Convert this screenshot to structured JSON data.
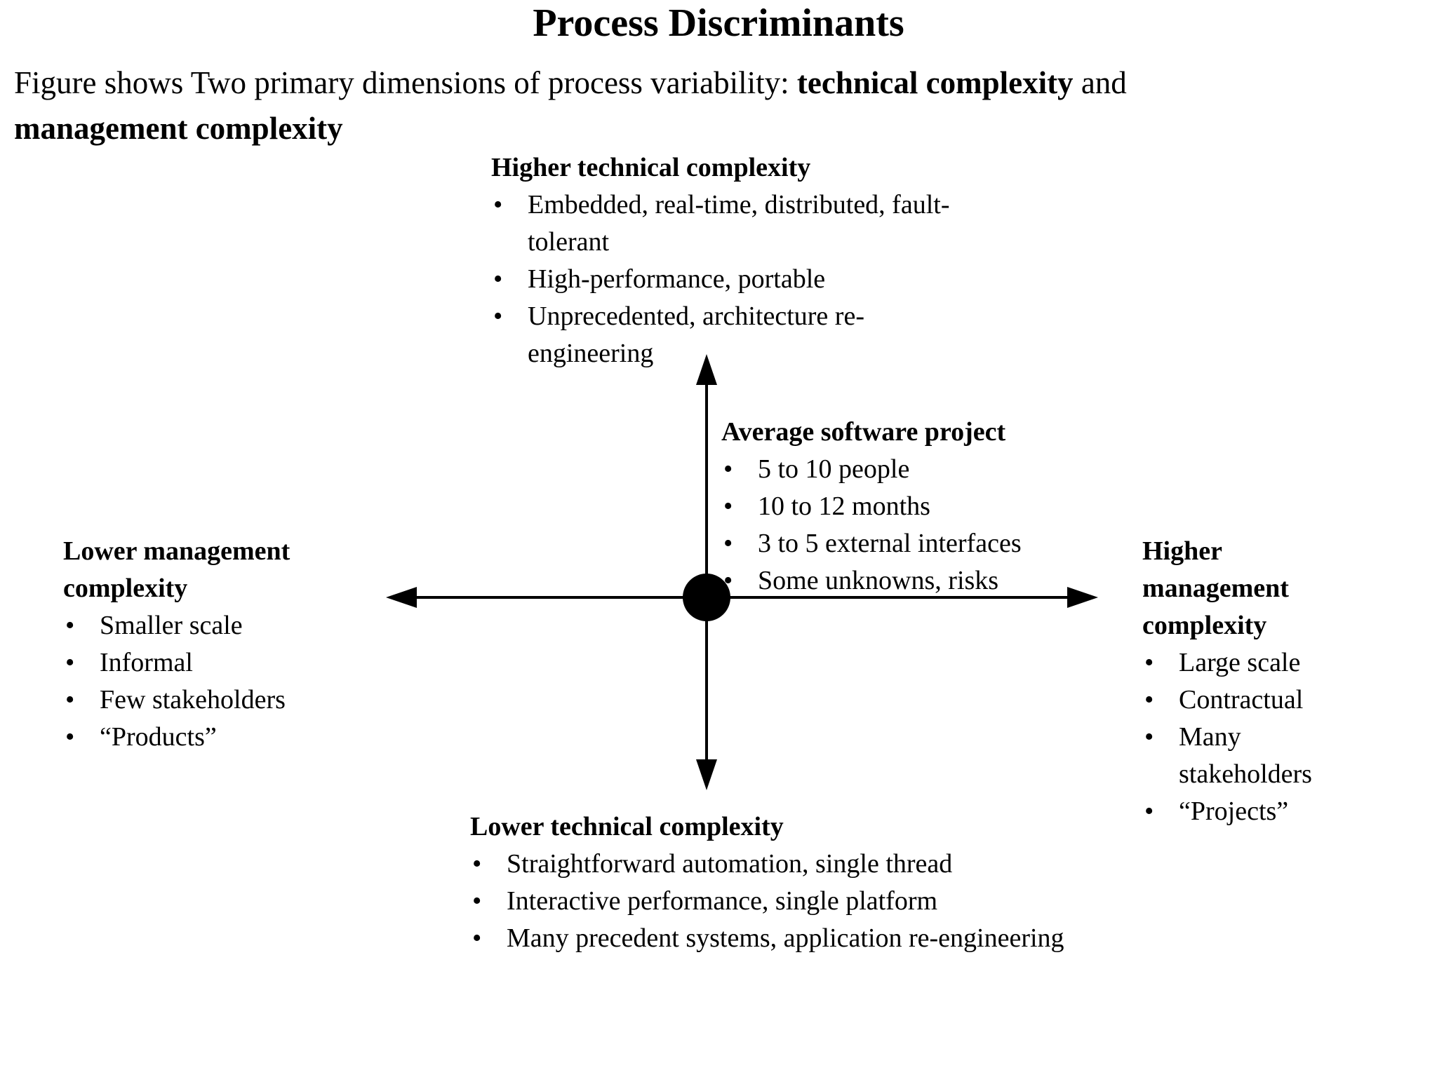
{
  "page": {
    "title": "Process Discriminants"
  },
  "subtitle": {
    "part1": "Figure shows Two primary dimensions of process variability: ",
    "bold1": "technical complexity",
    "part2": " and",
    "bold2": "management complexity"
  },
  "blocks": {
    "higher_technical": {
      "heading": "Higher technical complexity",
      "items": [
        "Embedded, real-time, distributed, fault-tolerant",
        "High-performance, portable",
        "Unprecedented, architecture re-engineering"
      ]
    },
    "average_project": {
      "heading": "Average software project",
      "items": [
        "5 to 10 people",
        "10 to 12 months",
        "3 to 5 external interfaces",
        "Some unknowns, risks"
      ]
    },
    "lower_management": {
      "heading": "Lower management complexity",
      "items": [
        "Smaller scale",
        "Informal",
        "Few stakeholders",
        "“Products”"
      ]
    },
    "higher_management": {
      "heading": "Higher management complexity",
      "items": [
        "Large scale",
        "Contractual",
        "Many stakeholders",
        "“Projects”"
      ]
    },
    "lower_technical": {
      "heading": "Lower technical complexity",
      "items": [
        "Straightforward automation, single thread",
        "Interactive performance, single platform",
        "Many precedent systems, application re-engineering"
      ]
    }
  },
  "colors": {
    "foreground": "#000000",
    "background": "#ffffff"
  }
}
